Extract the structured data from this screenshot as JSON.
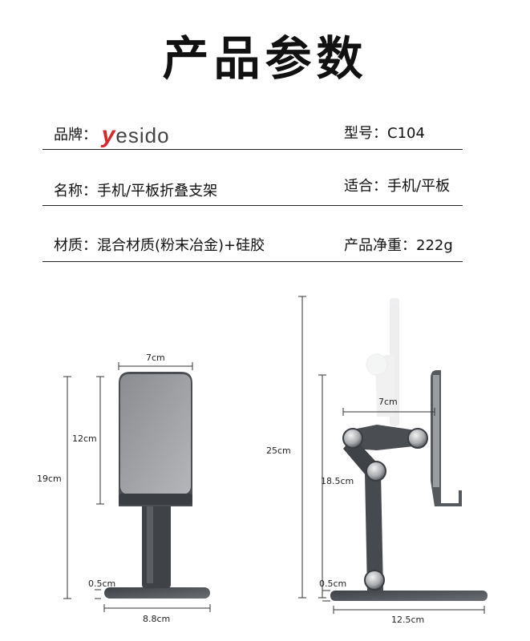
{
  "title": "产品参数",
  "specs": {
    "brand_label": "品牌：",
    "brand_logo_y": "y",
    "brand_logo_rest": "esido",
    "model": "型号：C104",
    "name": "名称：手机/平板折叠支架",
    "suitable": "适合：手机/平板",
    "material": "材质：混合材质(粉末冶金)+硅胶",
    "weight": "产品净重：222g"
  },
  "dimensions_front": {
    "width_top": "7cm",
    "holder_height": "12cm",
    "total_height": "19cm",
    "base_thickness": "0.5cm",
    "base_width": "8.8cm"
  },
  "dimensions_side": {
    "max_height": "25cm",
    "arm_height": "18.5cm",
    "depth": "7cm",
    "base_thickness": "0.5cm",
    "base_length": "12.5cm"
  },
  "colors": {
    "text": "#111111",
    "product": "#55585d",
    "logo_accent": "#d9262c"
  }
}
